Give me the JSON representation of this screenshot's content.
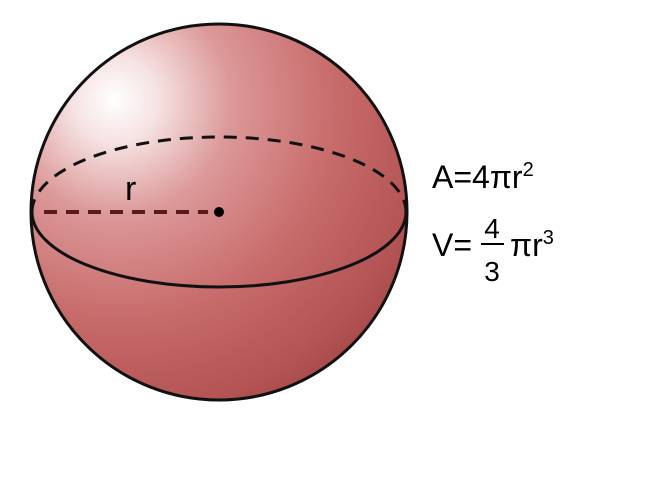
{
  "diagram": {
    "radius_label": "r",
    "area_formula": {
      "lhs": "A=4",
      "pi": "π",
      "var": "r",
      "exp": "2"
    },
    "volume_formula": {
      "lhs": "V=",
      "numerator": "4",
      "denominator": "3",
      "pi": "π",
      "var": "r",
      "exp": "3"
    },
    "colors": {
      "sphere_highlight": "#ffffff",
      "sphere_mid": "#d98a8a",
      "sphere_body": "#c86a6a",
      "sphere_shadow": "#a84848",
      "radius_line": "#5a1a1a",
      "outline": "#111111"
    }
  }
}
